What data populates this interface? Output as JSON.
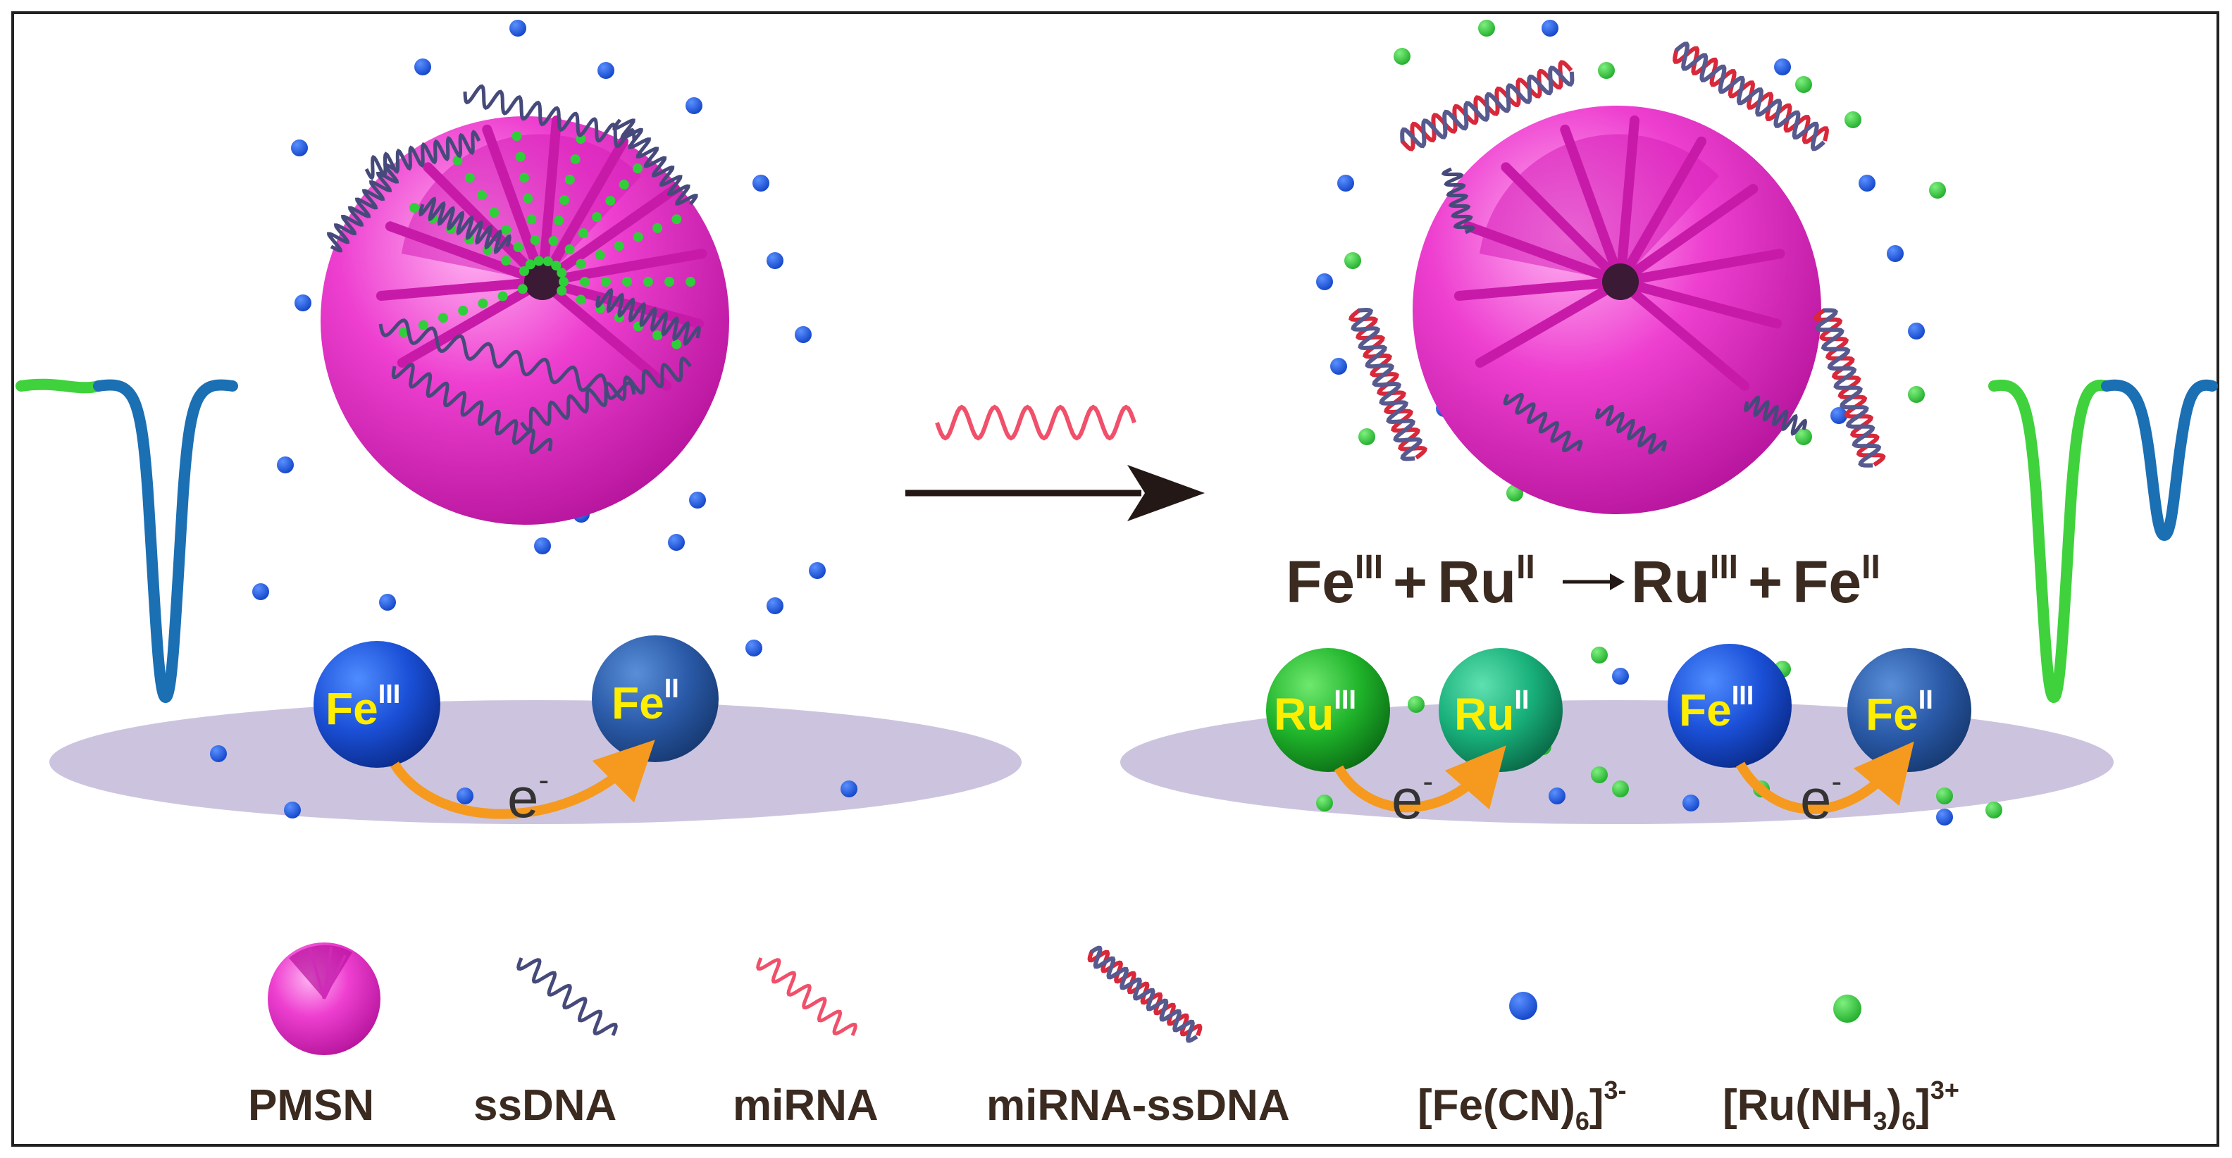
{
  "equation": {
    "a": "Fe",
    "a_sup": "III",
    "plus1": "+",
    "b": "Ru",
    "b_sup": "II",
    "c": "Ru",
    "c_sup": "III",
    "plus2": "+",
    "d": "Fe",
    "d_sup": "II"
  },
  "left_panel": {
    "ion1": {
      "symbol": "Fe",
      "sup": "III"
    },
    "ion2": {
      "symbol": "Fe",
      "sup": "II"
    },
    "electron": {
      "symbol": "e",
      "sup": "-"
    }
  },
  "right_panel": {
    "ion1": {
      "symbol": "Ru",
      "sup": "III"
    },
    "ion2": {
      "symbol": "Ru",
      "sup": "II"
    },
    "ion3": {
      "symbol": "Fe",
      "sup": "III"
    },
    "ion4": {
      "symbol": "Fe",
      "sup": "II"
    },
    "electron1": {
      "symbol": "e",
      "sup": "-"
    },
    "electron2": {
      "symbol": "e",
      "sup": "-"
    }
  },
  "legend": {
    "pmsn": "PMSN",
    "ssdna": "ssDNA",
    "mirna": "miRNA",
    "mirna_ssdna": "miRNA-ssDNA",
    "fe_pre": "[Fe(CN)",
    "fe_sub": "6",
    "fe_post": "]",
    "fe_sup": "3-",
    "ru_pre": "[Ru(NH",
    "ru_sub1": "3",
    "ru_mid": ")",
    "ru_sub2": "6",
    "ru_post": "]",
    "ru_sup": "3+"
  },
  "colors": {
    "pink": "#ee3fd0",
    "blue_dot": "#1455e0",
    "green_dot": "#2fcf3a",
    "blue_curve": "#1b6fb3",
    "green_curve": "#3fd23c",
    "mirna": "#f0506a",
    "ssdna": "#464a7a",
    "arrow_orange": "#f59a1e",
    "electrode": "#c9c0dd"
  }
}
